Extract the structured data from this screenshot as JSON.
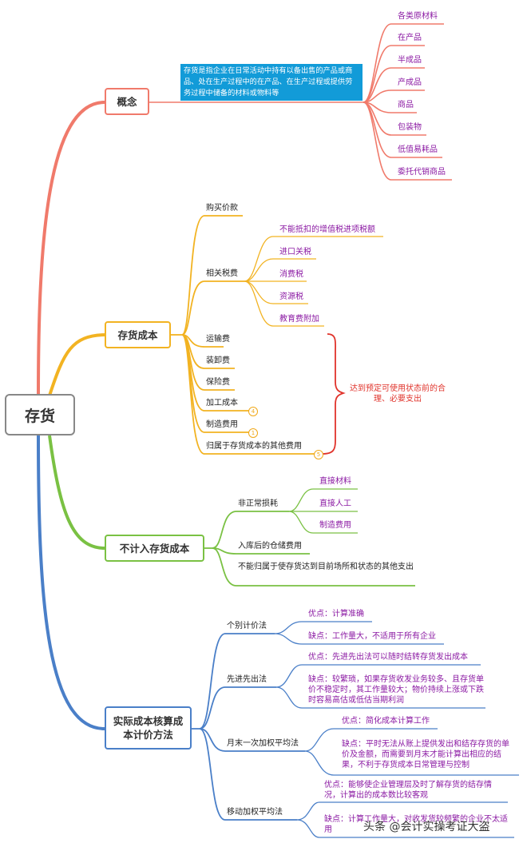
{
  "root": "存货",
  "colors": {
    "concept": "#f07a6b",
    "cost": "#f2b322",
    "excluded": "#7ac143",
    "methods": "#4a7fc8",
    "purple": "#8b1aa3",
    "red": "#e0332b",
    "blue_box": "#129bd8"
  },
  "concept": {
    "label": "概念",
    "description": "存货是指企业在日常活动中持有以备出售的产品或商品、处在生产过程中的在产品、在生产过程或提供劳务过程中储备的材料或物料等",
    "items": [
      "各类原材料",
      "在产品",
      "半成品",
      "产成品",
      "商品",
      "包装物",
      "低值易耗品",
      "委托代销商品"
    ]
  },
  "cost": {
    "label": "存货成本",
    "purchase_price": "购买价款",
    "taxes": {
      "label": "相关税费",
      "items": [
        "不能抵扣的增值税进项税额",
        "进口关税",
        "消费税",
        "资源税",
        "教育费附加"
      ]
    },
    "shipping": "运输费",
    "loading": "装卸费",
    "insurance": "保险费",
    "processing": "加工成本",
    "manufacturing": "制造费用",
    "other": "归属于存货成本的其他费用",
    "bracket_note": "达到预定可使用状态前的合理、必要支出",
    "badges": [
      "4",
      "1",
      "5"
    ]
  },
  "excluded": {
    "label": "不计入存货成本",
    "abnormal": {
      "label": "非正常损耗",
      "items": [
        "直接材料",
        "直接人工",
        "制造费用"
      ]
    },
    "storage": "入库后的仓储费用",
    "other": "不能归属于使存货达到目前场所和状态的其他支出"
  },
  "methods": {
    "label": "实际成本核算成本计价方法",
    "individual": {
      "label": "个别计价法",
      "pro": "优点：计算准确",
      "con": "缺点：工作量大，不适用于所有企业"
    },
    "fifo": {
      "label": "先进先出法",
      "pro": "优点：先进先出法可以随时结转存货发出成本",
      "con": "缺点：较繁琐，如果存货收发业务较多、且存货单价不稳定时，其工作量较大；物价持续上涨或下跌时容易高估或低估当期利润"
    },
    "monthly": {
      "label": "月末一次加权平均法",
      "pro": "优点：简化成本计算工作",
      "con": "缺点：平时无法从账上提供发出和结存存货的单价及金额，而需要到月末才能计算出相应的结果，不利于存货成本日常管理与控制"
    },
    "moving": {
      "label": "移动加权平均法",
      "pro": "优点：能够使企业管理层及时了解存货的结存情况，计算出的成本数比较客观",
      "con": "缺点：计算工作量大，对收发货较频繁的企业不太适用"
    }
  },
  "watermark": "头条 @会计实操考证大盗"
}
